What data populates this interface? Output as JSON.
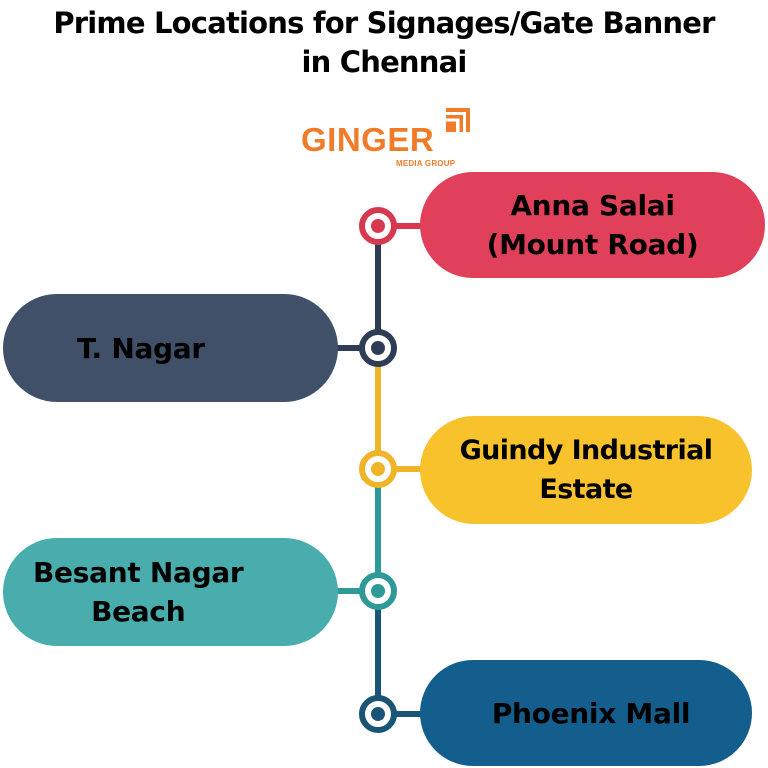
{
  "title": {
    "line1": "Prime Locations for Signages/Gate Banner",
    "line2": "in Chennai"
  },
  "logo": {
    "word": "GINGER",
    "subtitle": "MEDIA GROUP",
    "mark_icon": "ginger-corner-mark-icon",
    "color": "#F07C2A"
  },
  "locations": [
    {
      "label_lines": [
        "Anna Salai",
        "(Mount Road)"
      ],
      "side": "right",
      "color": "#E0405A"
    },
    {
      "label_lines": [
        "T. Nagar"
      ],
      "side": "left",
      "color": "#3F5068"
    },
    {
      "label_lines": [
        "Guindy Industrial",
        "Estate"
      ],
      "side": "right",
      "color": "#F8C22C"
    },
    {
      "label_lines": [
        "Besant Nagar",
        "Beach"
      ],
      "side": "left",
      "color": "#48ADAC"
    },
    {
      "label_lines": [
        "Phoenix Mall"
      ],
      "side": "right",
      "color": "#135E8C"
    }
  ],
  "timeline": {
    "segment_colors": [
      "#2E3D55",
      "#F0B428",
      "#2E9A98",
      "#1A5577"
    ],
    "node_colors": [
      "#D8384F",
      "#2E3D55",
      "#F0B428",
      "#2E9A98",
      "#1A5577"
    ]
  }
}
